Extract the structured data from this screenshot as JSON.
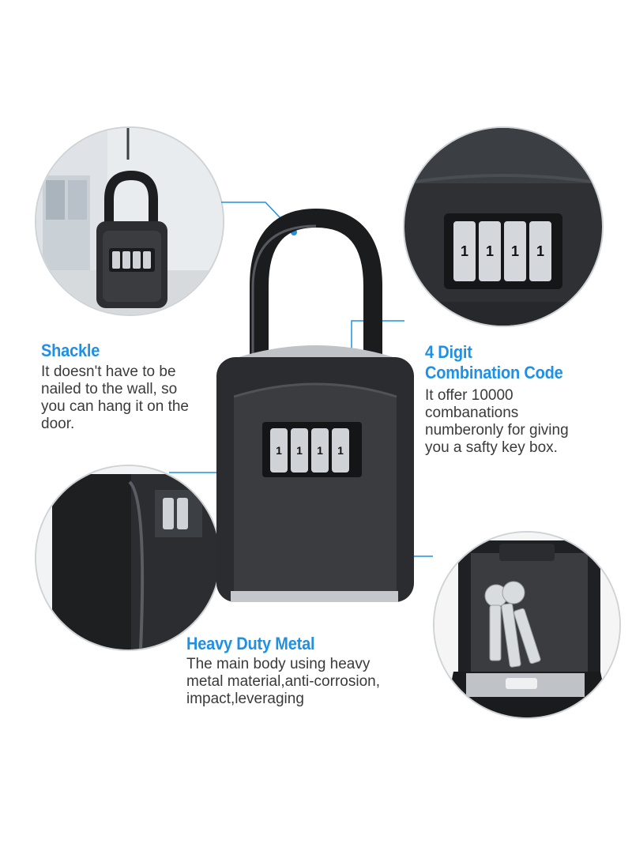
{
  "features": [
    {
      "key": "shackle",
      "title": "Shackle",
      "lines": [
        "It doesn't have to be",
        "nailed to the wall, so",
        "you can hang it on the",
        "door."
      ]
    },
    {
      "key": "combination",
      "title_lines": [
        "4 Digit",
        "Combination Code"
      ],
      "lines": [
        "It offer 10000",
        "combanations",
        "numberonly for giving",
        "you a safty key box."
      ]
    },
    {
      "key": "metal",
      "title": "Heavy Duty Metal",
      "lines": [
        "The main body using heavy",
        "metal material,anti-corrosion,",
        "impact,leveraging"
      ]
    }
  ],
  "colors": {
    "accent": "#1e90e6",
    "body_text": "#3a3a3a",
    "lockbox": "#2b2d30",
    "shackle": "#1c1d1f"
  },
  "dial_digits": [
    "1",
    "1",
    "1",
    "1"
  ]
}
